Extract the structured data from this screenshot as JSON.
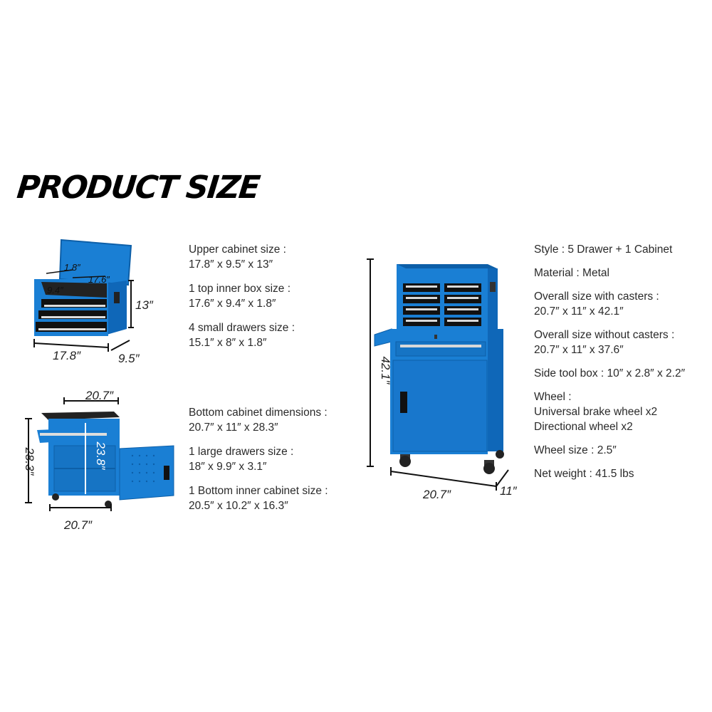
{
  "title": "PRODUCT SIZE",
  "upper": {
    "items": [
      {
        "label": "Upper cabinet size :",
        "value": "17.8″ x 9.5″ x 13″"
      },
      {
        "label": "1 top inner box size :",
        "value": "17.6″ x 9.4″ x 1.8″"
      },
      {
        "label": "4 small drawers size :",
        "value": "15.1″ x 8″ x 1.8″"
      }
    ],
    "dims": {
      "depth_inner": "1.8″",
      "width_inner": "17.6″",
      "depth_box": "9.4″",
      "height": "13″",
      "width": "17.8″",
      "depth": "9.5″"
    }
  },
  "bottom": {
    "items": [
      {
        "label": "Bottom cabinet dimensions :",
        "value": "20.7″ x 11″ x 28.3″"
      },
      {
        "label": "1 large drawers size :",
        "value": "18″ x 9.9″ x 3.1″"
      },
      {
        "label": "1 Bottom inner cabinet size :",
        "value": "20.5″ x 10.2″ x 16.3″"
      }
    ],
    "dims": {
      "top_width": "20.7″",
      "height": "28.3″",
      "inner_height": "23.8″",
      "bottom_width": "20.7″"
    }
  },
  "main": {
    "items": [
      {
        "lines": [
          "Style : 5 Drawer + 1 Cabinet"
        ]
      },
      {
        "lines": [
          "Material : Metal"
        ]
      },
      {
        "lines": [
          "Overall size with casters :",
          "20.7″ x 11″ x 42.1″"
        ]
      },
      {
        "lines": [
          "Overall size without casters :",
          "20.7″ x 11″ x 37.6″"
        ]
      },
      {
        "lines": [
          "Side tool box : 10″ x 2.8″ x 2.2″"
        ]
      },
      {
        "lines": [
          "Wheel :",
          "Universal brake wheel x2",
          "Directional wheel x2"
        ]
      },
      {
        "lines": [
          "Wheel size : 2.5″"
        ]
      },
      {
        "lines": [
          "Net weight : 41.5 lbs"
        ]
      }
    ],
    "dims": {
      "height": "42.1″",
      "width": "20.7″",
      "depth": "11″"
    }
  },
  "colors": {
    "cabinet_blue": "#1a7fd4",
    "cabinet_dark": "#0d5fa8",
    "black": "#111111"
  }
}
